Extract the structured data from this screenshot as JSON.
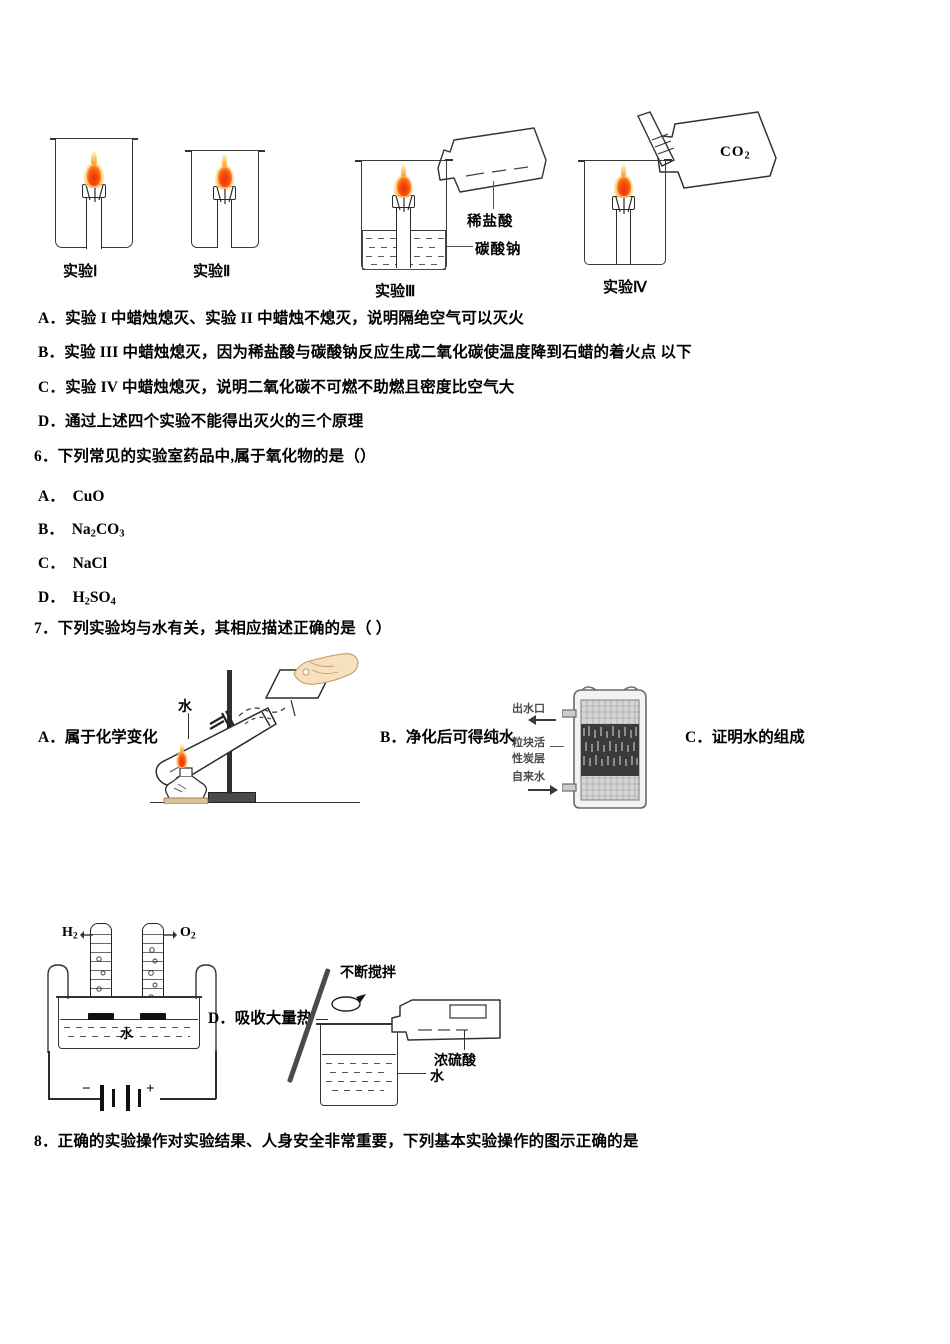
{
  "document": {
    "type": "chemistry-exam-page",
    "language": "zh-CN"
  },
  "question5": {
    "figure": {
      "experiments": [
        {
          "caption": "实验Ⅰ",
          "labels": []
        },
        {
          "caption": "实验Ⅱ",
          "labels": []
        },
        {
          "caption": "实验Ⅲ",
          "labels": [
            "稀盐酸",
            "碳酸钠"
          ]
        },
        {
          "caption": "实验Ⅳ",
          "labels": [
            "CO2"
          ]
        }
      ],
      "label_dilute_hcl": "稀盐酸",
      "label_sodium_carbonate": "碳酸钠",
      "label_co2": "CO",
      "label_co2_sub": "2"
    },
    "options": [
      {
        "letter": "A．",
        "text": "实验 I 中蜡烛熄灭、实验 II 中蜡烛不熄灭，说明隔绝空气可以灭火"
      },
      {
        "letter": "B．",
        "text": "实验 III 中蜡烛熄灭，因为稀盐酸与碳酸钠反应生成二氧化碳使温度降到石蜡的着火点 以下"
      },
      {
        "letter": "C．",
        "text": "实验 IV 中蜡烛熄灭，说明二氧化碳不可燃不助燃且密度比空气大"
      },
      {
        "letter": "D．",
        "text": "通过上述四个实验不能得出灭火的三个原理"
      }
    ]
  },
  "question6": {
    "number": "6．",
    "stem": "下列常见的实验室药品中,属于氧化物的是（）",
    "options": [
      {
        "letter": "A．",
        "formula": "CuO",
        "parts": [
          {
            "t": "CuO",
            "sub": false
          }
        ]
      },
      {
        "letter": "B．",
        "formula": "Na2CO3",
        "parts": [
          {
            "t": "Na",
            "sub": false
          },
          {
            "t": "2",
            "sub": true
          },
          {
            "t": "CO",
            "sub": false
          },
          {
            "t": "3",
            "sub": true
          }
        ]
      },
      {
        "letter": "C．",
        "formula": "NaCl",
        "parts": [
          {
            "t": "NaCl",
            "sub": false
          }
        ]
      },
      {
        "letter": "D．",
        "formula": "H2SO4",
        "parts": [
          {
            "t": "H",
            "sub": false
          },
          {
            "t": "2",
            "sub": true
          },
          {
            "t": "SO",
            "sub": false
          },
          {
            "t": "4",
            "sub": true
          }
        ]
      }
    ]
  },
  "question7": {
    "number": "7．",
    "stem": "下列实验均与水有关，其相应描述正确的是（    ）",
    "options": [
      {
        "letter": "A．",
        "text": "属于化学变化"
      },
      {
        "letter": "B．",
        "text": "净化后可得纯水"
      },
      {
        "letter": "C．",
        "text": "证明水的组成"
      },
      {
        "letter": "D．",
        "text": "吸收大量热"
      }
    ],
    "figure_a": {
      "label_water": "水"
    },
    "figure_b": {
      "label_outlet": "出水口",
      "label_carbon_line1": "粒块活",
      "label_carbon_line2": "性炭层",
      "label_tapwater": "自来水"
    },
    "figure_c": {
      "label_h2": "H",
      "label_h2_sub": "2",
      "label_o2": "O",
      "label_o2_sub": "2",
      "label_water": "水",
      "terminal_negative": "−",
      "terminal_positive": "+"
    },
    "figure_d": {
      "label_stir": "不断搅拌",
      "label_conc_acid": "浓硫酸",
      "label_water": "水"
    }
  },
  "question8": {
    "number": "8．",
    "stem": "正确的实验操作对实验结果、人身安全非常重要，下列基本实验操作的图示正确的是"
  },
  "colors": {
    "ink": "#000000",
    "line": "#333333",
    "flame_core": "#e8340c",
    "flame_outer": "#ffb347",
    "gray_fill": "#8a8a8a"
  }
}
